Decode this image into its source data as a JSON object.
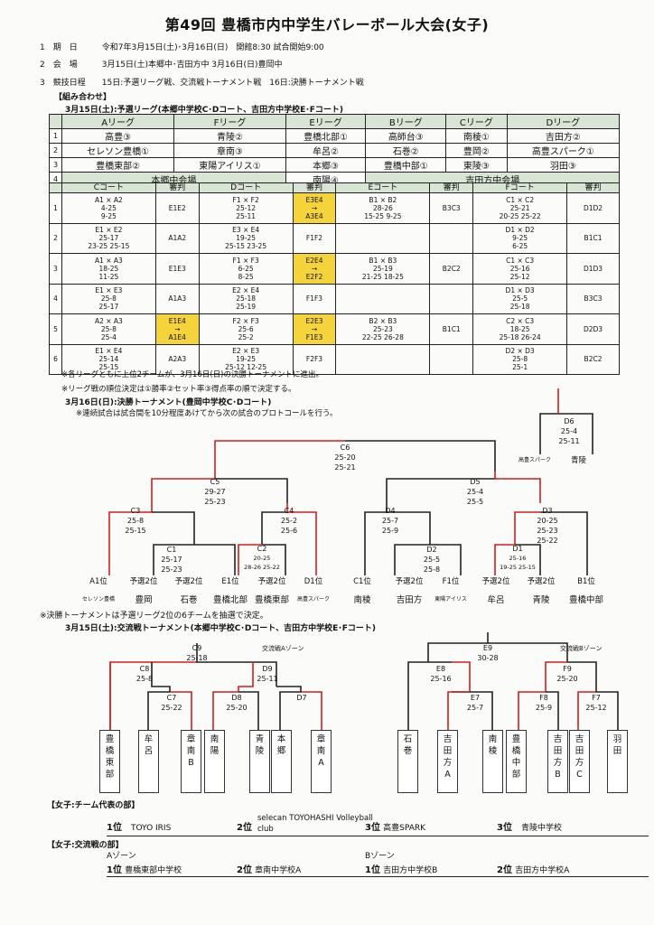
{
  "title": "第49回 豊橋市内中学生バレーボール大会(女子)",
  "info": [
    {
      "no": "1",
      "key": "期　日",
      "val": "令和7年3月15日(土)･3月16日(日)　開館8:30 試合開始9:00"
    },
    {
      "no": "2",
      "key": "会　場",
      "val": "3月15日(土)本郷中･吉田方中 3月16日(日)豊岡中"
    },
    {
      "no": "3",
      "key": "競技日程",
      "val": "15日:予選リーグ戦、交流戦トーナメント戦　16日:決勝トーナメント戦"
    }
  ],
  "kumiawase": "【組み合わせ】",
  "day1_label": "3月15日(土):予選リーグ(本郷中学校C･Dコート、吉田方中学校E･Fコート)",
  "leagues": {
    "headers": [
      "Aリーグ",
      "Fリーグ",
      "Eリーグ",
      "Bリーグ",
      "Cリーグ",
      "Dリーグ"
    ],
    "rows": [
      {
        "n": "1",
        "cells": [
          "高豊③",
          "青陵②",
          "豊橋北部①",
          "高師台③",
          "南稜①",
          "吉田方②"
        ]
      },
      {
        "n": "2",
        "cells": [
          "セレソン豊橋①",
          "章南③",
          "牟呂②",
          "石巻②",
          "豊岡②",
          "高豊スパーク①"
        ]
      },
      {
        "n": "3",
        "cells": [
          "豊橋東部②",
          "東陽アイリス①",
          "本郷③",
          "豊橋中部①",
          "東陵③",
          "羽田③"
        ]
      }
    ],
    "row4": {
      "n": "4",
      "venue1": "本郷中会場",
      "mid": "南陽④",
      "venue2": "吉田方中会場"
    }
  },
  "schedule": {
    "headers": [
      "Cコート",
      "審判",
      "Dコート",
      "審判",
      "Eコート",
      "審判",
      "Fコート",
      "審判"
    ],
    "rows": [
      {
        "n": "1",
        "c": [
          "A1 × A2",
          "4-25",
          "9-25"
        ],
        "cr": "E1E2",
        "d": [
          "F1 × F2",
          "25-12",
          "25-11"
        ],
        "dr": "E3E4\n→\nA3E4",
        "dh": true,
        "e": [
          "B1 × B2",
          "28-26",
          "15-25 9-25"
        ],
        "er": "B3C3",
        "f": [
          "C1 × C2",
          "25-21",
          "20-25 25-22"
        ],
        "fr": "D1D2"
      },
      {
        "n": "2",
        "c": [
          "E1 × E2",
          "25-17",
          "23-25 25-15"
        ],
        "cr": "A1A2",
        "d": [
          "E3 × E4",
          "19-25",
          "25-15 23-25"
        ],
        "dr": "F1F2",
        "dh": false,
        "e": [
          "",
          "",
          ""
        ],
        "er": "",
        "f": [
          "D1 × D2",
          "9-25",
          "6-25"
        ],
        "fr": "B1C1"
      },
      {
        "n": "3",
        "c": [
          "A1 × A3",
          "18-25",
          "11-25"
        ],
        "cr": "E1E3",
        "d": [
          "F1 × F3",
          "6-25",
          "8-25"
        ],
        "dr": "E2E4\n→\nE2F2",
        "dh": true,
        "e": [
          "B1 × B3",
          "25-19",
          "21-25 18-25"
        ],
        "er": "B2C2",
        "f": [
          "C1 × C3",
          "25-16",
          "25-12"
        ],
        "fr": "D1D3"
      },
      {
        "n": "4",
        "c": [
          "E1 × E3",
          "25-8",
          "25-17"
        ],
        "cr": "A1A3",
        "d": [
          "E2 × E4",
          "25-18",
          "25-19"
        ],
        "dr": "F1F3",
        "dh": false,
        "e": [
          "",
          "",
          ""
        ],
        "er": "",
        "f": [
          "D1 × D3",
          "25-5",
          "25-18"
        ],
        "fr": "B3C3"
      },
      {
        "n": "5",
        "c": [
          "A2 × A3",
          "25-8",
          "25-4"
        ],
        "cr": "E1E4\n→\nA1E4",
        "ch": true,
        "d": [
          "F2 × F3",
          "25-6",
          "25-2"
        ],
        "dr": "E2E3\n→\nF1E3",
        "dh": true,
        "e": [
          "B2 × B3",
          "25-23",
          "22-25 26-28"
        ],
        "er": "B1C1",
        "f": [
          "C2 × C3",
          "18-25",
          "25-18 26-24"
        ],
        "fr": "D2D3"
      },
      {
        "n": "6",
        "c": [
          "E1 × E4",
          "25-14",
          "25-15"
        ],
        "cr": "A2A3",
        "d": [
          "E2 × E3",
          "19-25",
          "25-12 12-25"
        ],
        "dr": "F2F3",
        "dh": false,
        "e": [
          "",
          "",
          ""
        ],
        "er": "",
        "f": [
          "D2 × D3",
          "25-8",
          "25-1"
        ],
        "fr": "B2C2"
      }
    ]
  },
  "notes": [
    "※各リーグともに上位2チームが、3月16日(日)の決勝トーナメントに進出。",
    "※リーグ戦の順位決定は①勝率②セット率③得点率の順で決定する。"
  ],
  "day2_label": "3月16日(日):決勝トーナメント(豊岡中学校C･Dコート)",
  "day2_note": "※連続試合は試合間を10分程度あけてから次の試合のプロトコールを行う。",
  "final": {
    "D6": {
      "name": "D6",
      "s1": "25-4",
      "s2": "25-11"
    },
    "D6_left": "高豊スパーク",
    "D6_right": "青陵",
    "C6": {
      "name": "C6",
      "s1": "25-20",
      "s2": "25-21"
    },
    "C5": {
      "name": "C5",
      "s1": "29-27",
      "s2": "25-23"
    },
    "D5": {
      "name": "D5",
      "s1": "25-4",
      "s2": "25-5"
    },
    "C3": {
      "name": "C3",
      "s1": "25-8",
      "s2": "25-15"
    },
    "C4": {
      "name": "C4",
      "s1": "25-2",
      "s2": "25-6"
    },
    "D4": {
      "name": "D4",
      "s1": "25-7",
      "s2": "25-9"
    },
    "D3": {
      "name": "D3",
      "s1": "20-25",
      "s2": "25-23",
      "s3": "25-22"
    },
    "C1": {
      "name": "C1",
      "s1": "25-17",
      "s2": "25-23"
    },
    "C2": {
      "name": "C2",
      "s1": "20-25",
      "s2": "28-26 25-22"
    },
    "D2": {
      "name": "D2",
      "s1": "25-5",
      "s2": "25-8"
    },
    "D1": {
      "name": "D1",
      "s1": "25-16",
      "s2": "19-25 25-15"
    },
    "seeds": [
      "A1位",
      "予選2位",
      "予選2位",
      "E1位",
      "予選2位",
      "D1位",
      "C1位",
      "予選2位",
      "F1位",
      "予選2位",
      "予選2位",
      "B1位"
    ],
    "teams": [
      "セレソン豊橋",
      "豊岡",
      "石巻",
      "豊橋北部",
      "豊橋東部",
      "高豊スパーク",
      "南稜",
      "吉田方",
      "東陽アイリス",
      "牟呂",
      "青陵",
      "豊橋中部"
    ]
  },
  "draw_note": "※決勝トーナメントは予選リーグ2位の6チームを抽選で決定。",
  "day1b_label": "3月15日(土):交流戦トーナメント(本郷中学校C･Dコート、吉田方中学校E･Fコート)",
  "exchange": {
    "zoneA": "交流戦Aゾーン",
    "zoneB": "交流戦Bゾーン",
    "C9": {
      "name": "C9",
      "s": "25-18"
    },
    "C8": {
      "name": "C8",
      "s": "25-8"
    },
    "C7": {
      "name": "C7",
      "s": "25-22"
    },
    "D9": {
      "name": "D9",
      "s": "25-11"
    },
    "D8": {
      "name": "D8",
      "s": "25-20"
    },
    "D7": {
      "name": "D7",
      "s": ""
    },
    "E9": {
      "name": "E9",
      "s": "30-28"
    },
    "E8": {
      "name": "E8",
      "s": "25-16"
    },
    "E7": {
      "name": "E7",
      "s": "25-7"
    },
    "F9": {
      "name": "F9",
      "s": "25-20"
    },
    "F8": {
      "name": "F8",
      "s": "25-9"
    },
    "F7": {
      "name": "F7",
      "s": "25-12"
    },
    "teamsA": [
      "豊橋東部",
      "牟呂",
      "章南B",
      "南陽",
      "青陵",
      "本郷",
      "章南A"
    ],
    "teamsB": [
      "石巻",
      "吉田方A",
      "南稜",
      "豊橋中部",
      "吉田方B",
      "吉田方C",
      "羽田"
    ]
  },
  "results": {
    "team_head": "【女子:チーム代表の部】",
    "team": [
      {
        "rank": "1位",
        "name": "TOYO IRIS"
      },
      {
        "rank": "2位",
        "name": "selecan TOYOHASHI Volleyball club"
      },
      {
        "rank": "3位",
        "name": "高豊SPARK"
      },
      {
        "rank": "3位",
        "name": "青陵中学校"
      }
    ],
    "ex_head": "【女子:交流戦の部】",
    "zoneA": "Aゾーン",
    "zoneB": "Bゾーン",
    "ex": [
      {
        "rank": "1位",
        "name": "豊橋東部中学校"
      },
      {
        "rank": "2位",
        "name": "章南中学校A"
      },
      {
        "rank": "1位",
        "name": "吉田方中学校B"
      },
      {
        "rank": "2位",
        "name": "吉田方中学校A"
      }
    ]
  },
  "colors": {
    "red": "#d21e1e",
    "black": "#222222",
    "yellow": "#f4d43a",
    "green": "#d8e4d4"
  }
}
